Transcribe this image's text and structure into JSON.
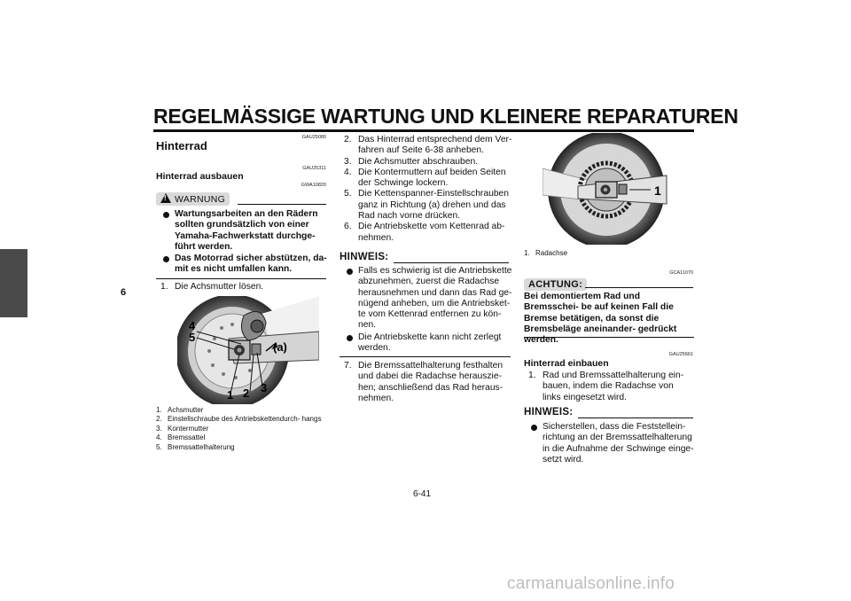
{
  "header": {
    "title": "REGELMÄSSIGE WARTUNG UND KLEINERE REPARATUREN",
    "chapter": "6",
    "page_number": "6-41"
  },
  "left": {
    "code1": "GAU25080",
    "section_title": "Hinterrad",
    "code2": "GAU25311",
    "subsection_title": "Hinterrad ausbauen",
    "code3": "GWA10820",
    "warning_label": "WARNUNG",
    "warning_items": [
      "Wartungsarbeiten an den Rädern sollten grundsätzlich von einer Yamaha-Fachwerkstatt durchge- führt werden.",
      "Das Motorrad sicher abstützen, da- mit es nicht umfallen kann."
    ],
    "step1_num": "1.",
    "step1_text": "Die Achsmutter lösen.",
    "figure_labels": {
      "l4": "4",
      "l5": "5",
      "la": "(a)",
      "l1": "1",
      "l2": "2",
      "l3": "3"
    },
    "captions": [
      {
        "num": "1.",
        "text": "Achsmutter"
      },
      {
        "num": "2.",
        "text": "Einstellschraube des Antriebskettendurch- hangs"
      },
      {
        "num": "3.",
        "text": "Kontermutter"
      },
      {
        "num": "4.",
        "text": "Bremssattel"
      },
      {
        "num": "5.",
        "text": "Bremssattelhalterung"
      }
    ]
  },
  "middle": {
    "steps": [
      {
        "num": "2.",
        "text": "Das Hinterrad entsprechend dem Ver- fahren auf Seite 6-38 anheben."
      },
      {
        "num": "3.",
        "text": "Die Achsmutter abschrauben."
      },
      {
        "num": "4.",
        "text": "Die Kontermuttern auf beiden Seiten der Schwinge lockern."
      },
      {
        "num": "5.",
        "text": "Die Kettenspanner-Einstellschrauben ganz in Richtung (a) drehen und das Rad nach vorne drücken."
      },
      {
        "num": "6.",
        "text": "Die Antriebskette vom Kettenrad ab- nehmen."
      }
    ],
    "hinweis_label": "HINWEIS:",
    "hinweis_items": [
      "Falls es schwierig ist die Antriebskette abzunehmen, zuerst die Radachse herausnehmen und dann das Rad ge- nügend anheben, um die Antriebsket- te vom Kettenrad entfernen zu kön- nen.",
      "Die Antriebskette kann nicht zerlegt werden."
    ],
    "step7_num": "7.",
    "step7_text": "Die Bremssattelhalterung festhalten und dabei die Radachse herauszie- hen; anschließend das Rad heraus- nehmen."
  },
  "right": {
    "figure_label": "1",
    "caption_num": "1.",
    "caption_text": "Radachse",
    "code1": "GCA11070",
    "achtung_label": "ACHTUNG:",
    "achtung_text": "Bei demontiertem Rad und Bremsschei- be auf keinen Fall die Bremse betätigen, da sonst die Bremsbeläge aneinander- gedrückt werden.",
    "code2": "GAU25661",
    "subsection_title": "Hinterrad einbauen",
    "step1_num": "1.",
    "step1_text": "Rad und Bremssattelhalterung ein- bauen, indem die Radachse von links eingesetzt wird.",
    "hinweis_label": "HINWEIS:",
    "hinweis_item": "Sicherstellen, dass die Feststellein- richtung an der Bremssattelhalterung in die Aufnahme der Schwinge einge- setzt wird."
  },
  "watermark": "carmanualsonline.info"
}
